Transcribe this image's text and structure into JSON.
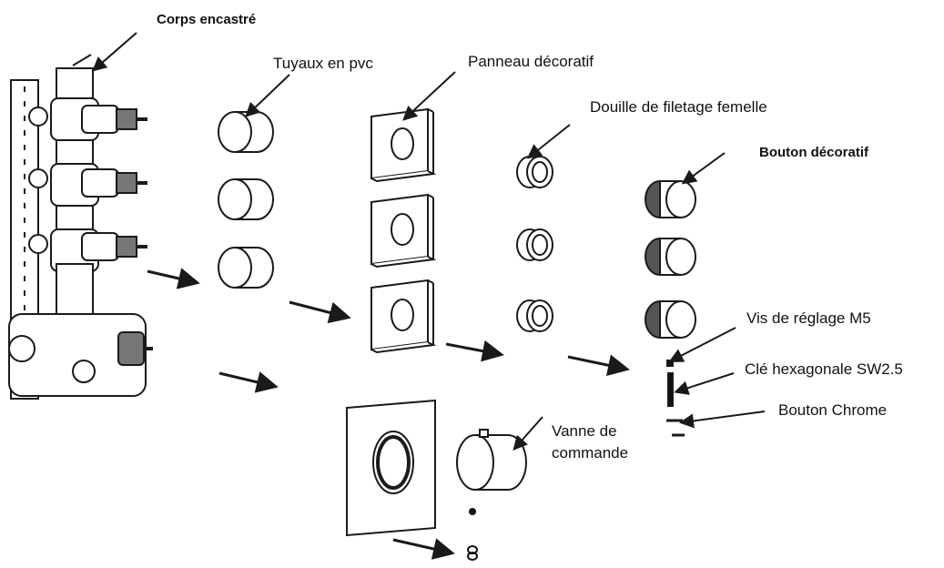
{
  "labels": {
    "corps_encastre": "Corps encastré",
    "tuyaux_pvc": "Tuyaux en pvc",
    "panneau_decoratif": "Panneau décoratif",
    "douille": "Douille de filetage femelle",
    "bouton_decoratif": "Bouton décoratif",
    "vis_reglage": "Vis de réglage M5",
    "cle_hexagonale": "Clé hexagonale SW2.5",
    "bouton_chrome": "Bouton Chrome",
    "vanne_commande": "Vanne de commande"
  },
  "colors": {
    "line": "#1a1a1a",
    "background": "#ffffff"
  }
}
